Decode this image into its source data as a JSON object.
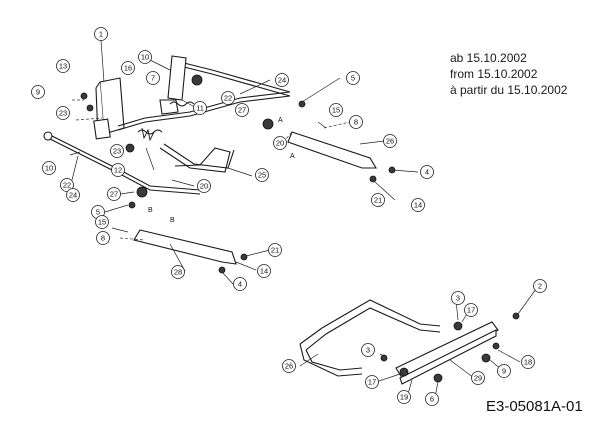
{
  "notes": {
    "line1": "ab 15.10.2002",
    "line2": "from 15.10.2002",
    "line3": "à partir du 15.10.2002"
  },
  "document_number": "E3-05081A-01",
  "assembly_letters": {
    "a": "A",
    "b": "B"
  },
  "callouts": [
    {
      "label": "1"
    },
    {
      "label": "13"
    },
    {
      "label": "9"
    },
    {
      "label": "23"
    },
    {
      "label": "16"
    },
    {
      "label": "7"
    },
    {
      "label": "10"
    },
    {
      "label": "11"
    },
    {
      "label": "22"
    },
    {
      "label": "24"
    },
    {
      "label": "5"
    },
    {
      "label": "27"
    },
    {
      "label": "15"
    },
    {
      "label": "8"
    },
    {
      "label": "26"
    },
    {
      "label": "20"
    },
    {
      "label": "23"
    },
    {
      "label": "12"
    },
    {
      "label": "25"
    },
    {
      "label": "4"
    },
    {
      "label": "21"
    },
    {
      "label": "14"
    },
    {
      "label": "10"
    },
    {
      "label": "22"
    },
    {
      "label": "24"
    },
    {
      "label": "27"
    },
    {
      "label": "20"
    },
    {
      "label": "5"
    },
    {
      "label": "15"
    },
    {
      "label": "8"
    },
    {
      "label": "21"
    },
    {
      "label": "14"
    },
    {
      "label": "28"
    },
    {
      "label": "4"
    },
    {
      "label": "2"
    },
    {
      "label": "3"
    },
    {
      "label": "17"
    },
    {
      "label": "26"
    },
    {
      "label": "3"
    },
    {
      "label": "18"
    },
    {
      "label": "9"
    },
    {
      "label": "17"
    },
    {
      "label": "29"
    },
    {
      "label": "19"
    },
    {
      "label": "6"
    }
  ]
}
